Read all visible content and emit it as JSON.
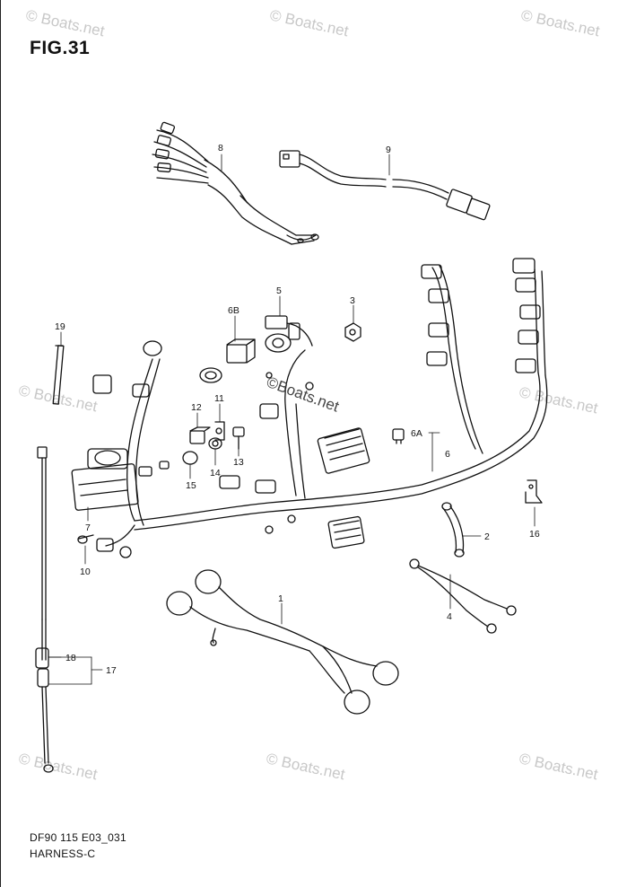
{
  "figure": {
    "title": "FIG.31",
    "code": "DF90 115 E03_031",
    "name": "HARNESS-C"
  },
  "watermark": {
    "text": "© Boats.net",
    "center_text": "©Boats.net"
  },
  "part_labels": [
    {
      "id": "p8",
      "text": "8"
    },
    {
      "id": "p9",
      "text": "9"
    },
    {
      "id": "p5",
      "text": "5"
    },
    {
      "id": "p3",
      "text": "3"
    },
    {
      "id": "p6b",
      "text": "6B"
    },
    {
      "id": "p19",
      "text": "19"
    },
    {
      "id": "p11",
      "text": "11"
    },
    {
      "id": "p12",
      "text": "12"
    },
    {
      "id": "p6a",
      "text": "6A"
    },
    {
      "id": "p6",
      "text": "6"
    },
    {
      "id": "p13",
      "text": "13"
    },
    {
      "id": "p14",
      "text": "14"
    },
    {
      "id": "p15",
      "text": "15"
    },
    {
      "id": "p7",
      "text": "7"
    },
    {
      "id": "p2",
      "text": "2"
    },
    {
      "id": "p16",
      "text": "16"
    },
    {
      "id": "p10",
      "text": "10"
    },
    {
      "id": "p1",
      "text": "1"
    },
    {
      "id": "p4",
      "text": "4"
    },
    {
      "id": "p18",
      "text": "18"
    },
    {
      "id": "p17",
      "text": "17"
    }
  ]
}
